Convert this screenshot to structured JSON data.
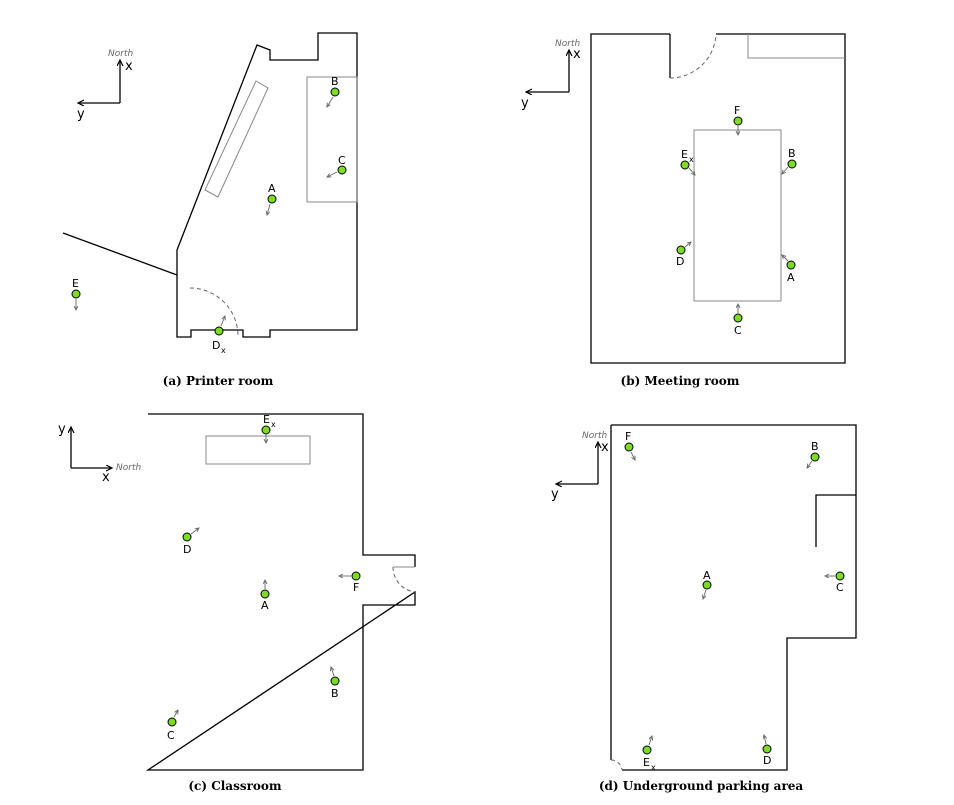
{
  "captions": {
    "a": "(a) Printer room",
    "b": "(b) Meeting room",
    "c": "(c) Classroom",
    "d": "(d) Underground parking area"
  },
  "axes": {
    "x": "x",
    "y": "y",
    "north": "North"
  },
  "nodes": {
    "a": [
      {
        "label": "A",
        "sub": ""
      },
      {
        "label": "B",
        "sub": ""
      },
      {
        "label": "C",
        "sub": ""
      },
      {
        "label": "D",
        "sub": "x"
      },
      {
        "label": "E",
        "sub": ""
      }
    ],
    "b": [
      {
        "label": "F",
        "sub": ""
      },
      {
        "label": "E",
        "sub": "x"
      },
      {
        "label": "B",
        "sub": ""
      },
      {
        "label": "D",
        "sub": ""
      },
      {
        "label": "A",
        "sub": ""
      },
      {
        "label": "C",
        "sub": ""
      }
    ],
    "c": [
      {
        "label": "E",
        "sub": "x"
      },
      {
        "label": "D",
        "sub": ""
      },
      {
        "label": "A",
        "sub": ""
      },
      {
        "label": "F",
        "sub": ""
      },
      {
        "label": "B",
        "sub": ""
      },
      {
        "label": "C",
        "sub": ""
      }
    ],
    "d": [
      {
        "label": "F",
        "sub": ""
      },
      {
        "label": "B",
        "sub": ""
      },
      {
        "label": "A",
        "sub": ""
      },
      {
        "label": "C",
        "sub": ""
      },
      {
        "label": "E",
        "sub": "x"
      },
      {
        "label": "D",
        "sub": ""
      }
    ]
  },
  "colors": {
    "node_fill": "#7ddc1f",
    "wall": "#000000",
    "furniture": "#888888"
  }
}
